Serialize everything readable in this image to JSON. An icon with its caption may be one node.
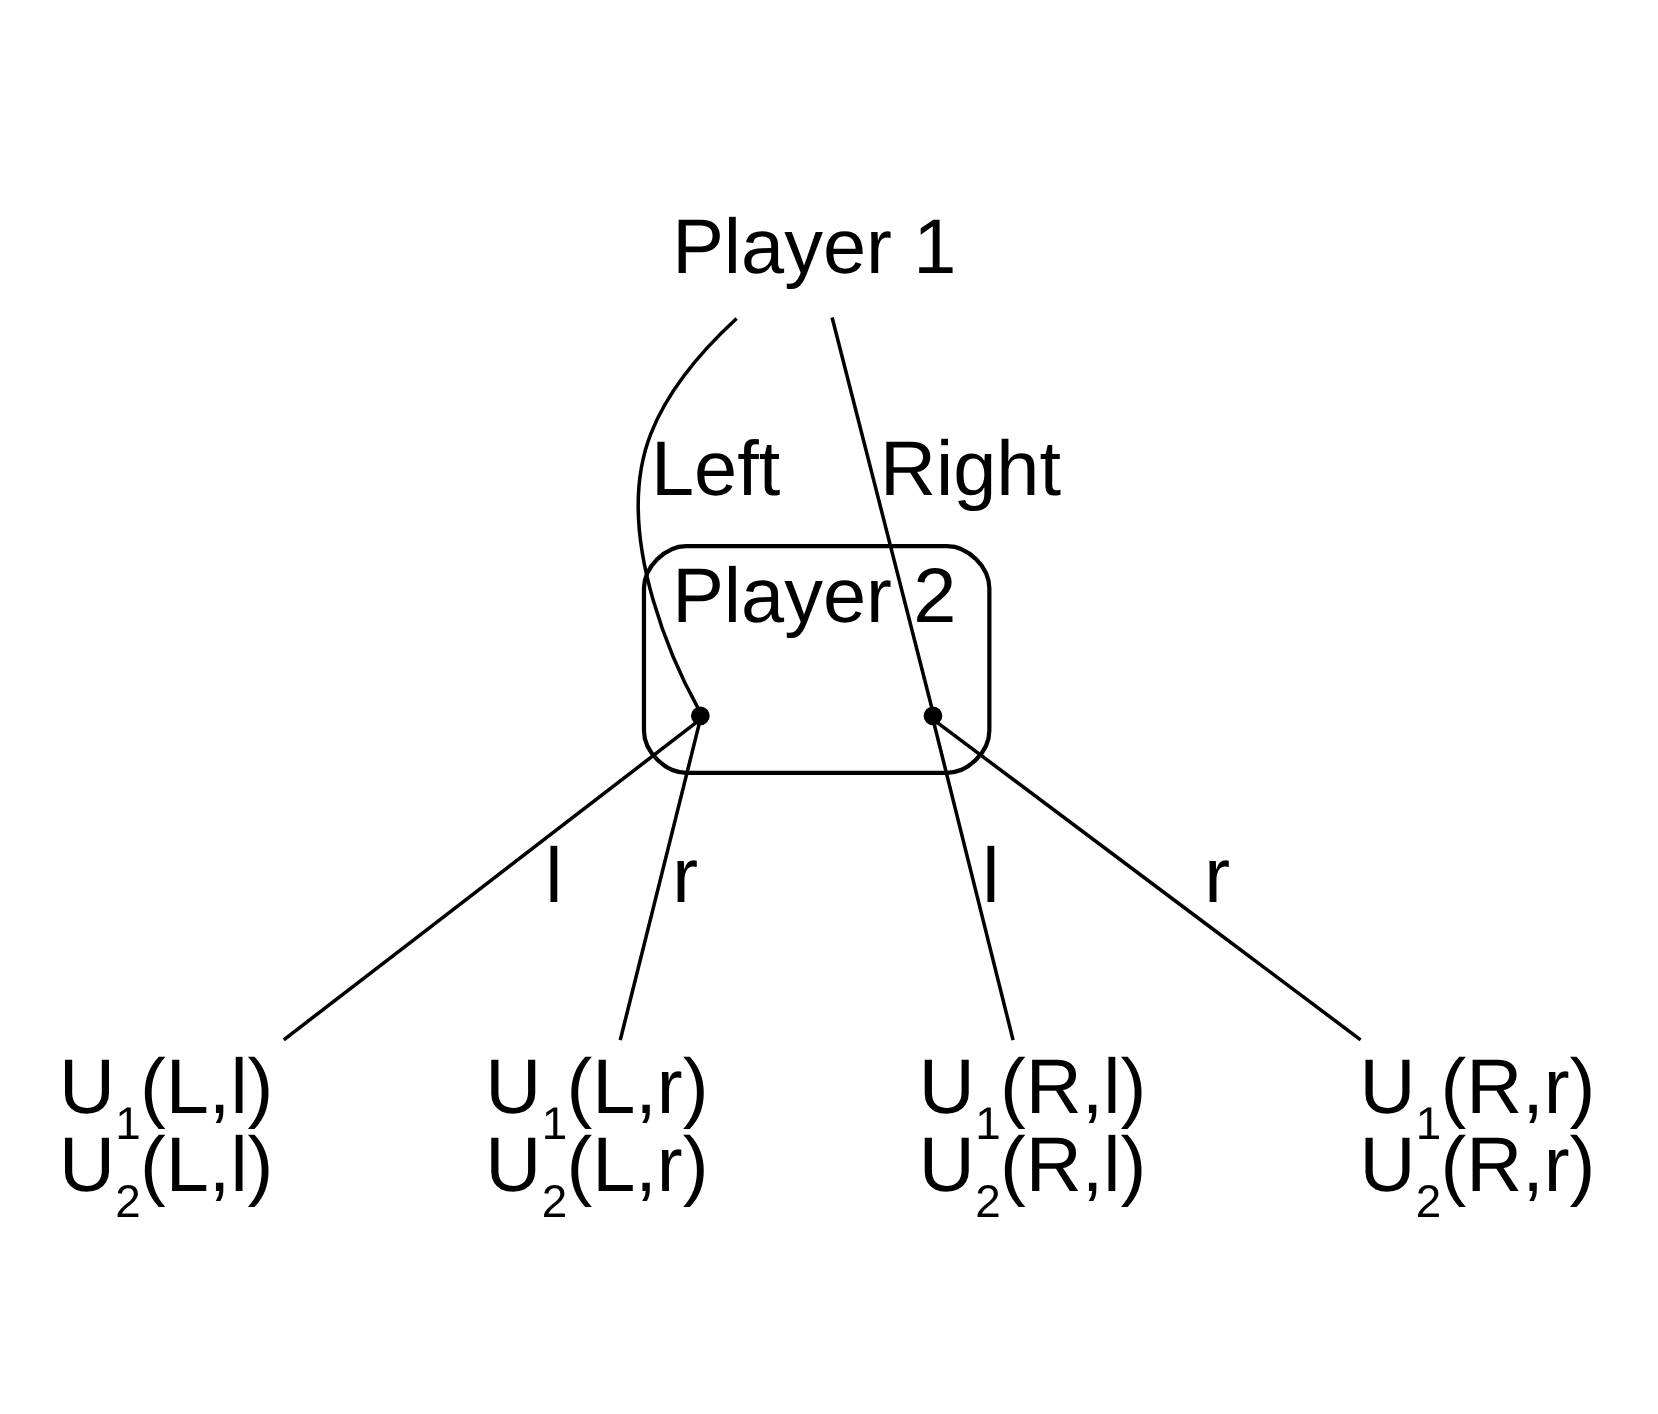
{
  "diagram": {
    "nodes": [
      {
        "text": [
          "Player 1"
        ]
      },
      {
        "text": [
          "Player 2"
        ]
      },
      {
        "text": [],
        "shape": "point",
        "in": 1
      },
      {
        "text": [],
        "shape": "point",
        "in": 1
      },
      {
        "text": [
          "U$_{1}$(L,l)",
          "U$_{2}$(L,l)"
        ]
      },
      {
        "text": [
          "U$_{1}$(L,r)",
          "U$_{2}$(L,r)"
        ]
      },
      {
        "text": [
          "U$_{1}$(R,l)",
          "U$_{2}$(R,l)"
        ]
      },
      {
        "text": [
          "U$_{1}$(R,r)",
          "U$_{2}$(R,r)"
        ]
      }
    ],
    "edges": [
      {
        "from": 0,
        "to": 2,
        "arrow": "none",
        "label": "Left"
      },
      {
        "from": 0,
        "to": 3,
        "arrow": "none",
        "label": "Right"
      },
      {
        "from": 2,
        "to": 4,
        "arrow": "none",
        "label": "l"
      },
      {
        "from": 2,
        "to": 5,
        "arrow": "none",
        "label": "r"
      },
      {
        "from": 3,
        "to": 6,
        "arrow": "none",
        "label": "l"
      },
      {
        "from": 3,
        "to": 7,
        "arrow": "none",
        "label": "r"
      }
    ]
  }
}
